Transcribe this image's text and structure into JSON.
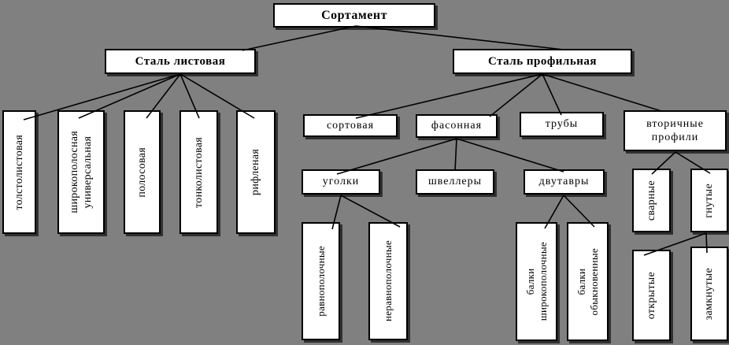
{
  "diagram": {
    "title": "Сортамент",
    "colors": {
      "background": "#808080",
      "box_fill": "#ffffff",
      "box_border": "#000000",
      "connector": "#000000"
    },
    "tree": {
      "label": "Сортамент",
      "children": [
        {
          "label": "Сталь листовая",
          "children": [
            {
              "label": "толстолистовая"
            },
            {
              "label": "широкополосная\nуниверсальная"
            },
            {
              "label": "полосовая"
            },
            {
              "label": "тонколистовая"
            },
            {
              "label": "рифленая"
            }
          ]
        },
        {
          "label": "Сталь профильная",
          "children": [
            {
              "label": "сортовая"
            },
            {
              "label": "фасонная",
              "children": [
                {
                  "label": "уголки",
                  "children": [
                    {
                      "label": "равнополочные"
                    },
                    {
                      "label": "неравнополочные"
                    }
                  ]
                },
                {
                  "label": "швеллеры"
                },
                {
                  "label": "двутавры",
                  "children": [
                    {
                      "label": "балки\nширокополочные"
                    },
                    {
                      "label": "балки\nобыкновенные"
                    }
                  ]
                }
              ]
            },
            {
              "label": "трубы"
            },
            {
              "label": "вторичные\nпрофили",
              "children": [
                {
                  "label": "сварные"
                },
                {
                  "label": "гнутые",
                  "children": [
                    {
                      "label": "открытые"
                    },
                    {
                      "label": "замкнутые"
                    }
                  ]
                }
              ]
            }
          ]
        }
      ]
    }
  }
}
